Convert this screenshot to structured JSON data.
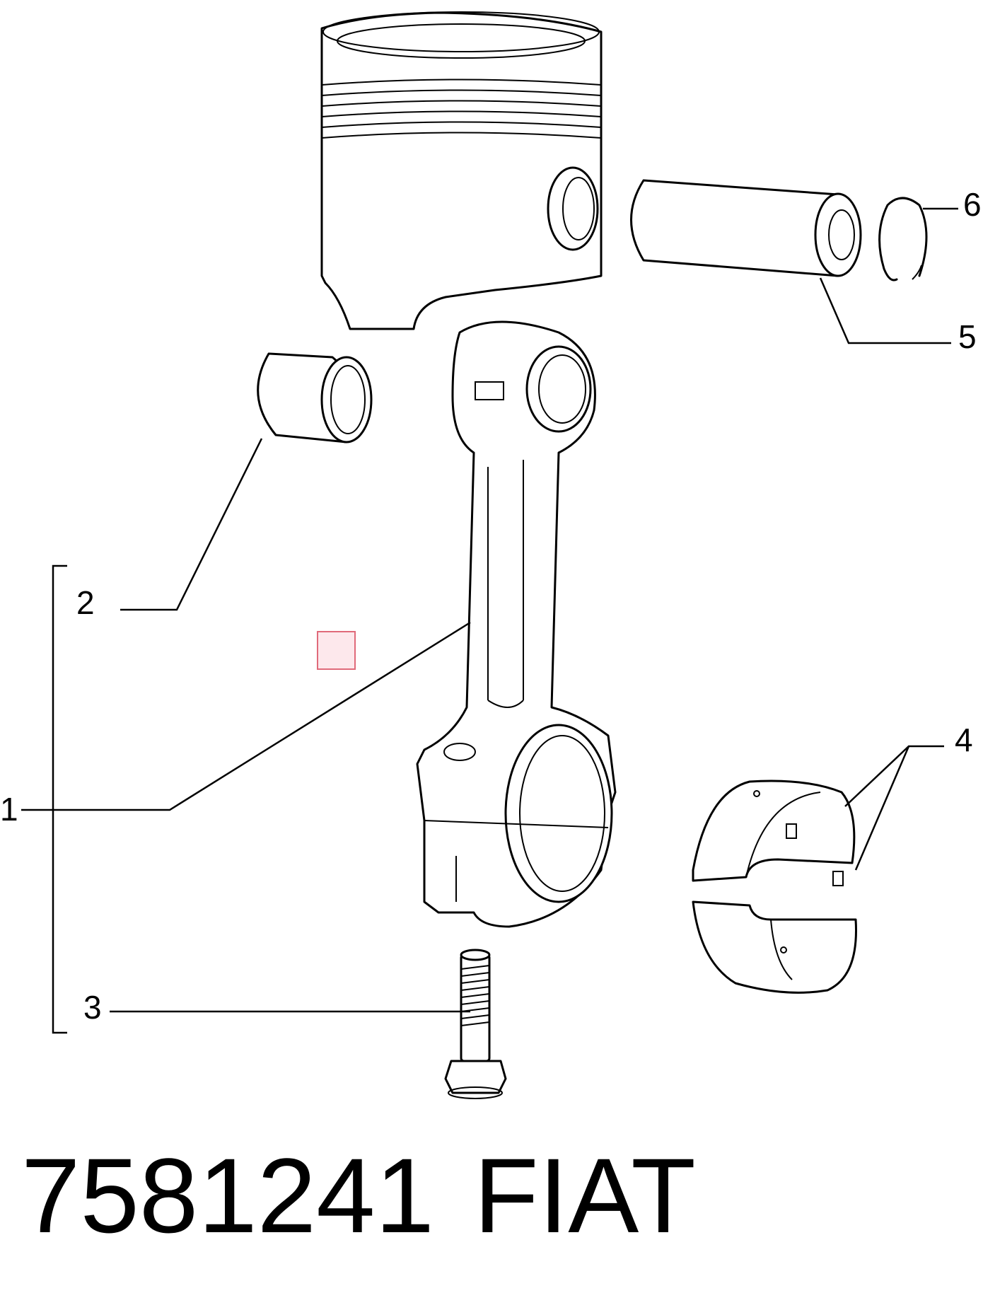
{
  "callouts": {
    "c1": "1",
    "c2": "2",
    "c3": "3",
    "c4": "4",
    "c5": "5",
    "c6": "6"
  },
  "parts": [
    {
      "name": "piston-icon"
    },
    {
      "name": "piston-pin-icon"
    },
    {
      "name": "circlip-icon"
    },
    {
      "name": "small-end-bushing-icon"
    },
    {
      "name": "connecting-rod-icon"
    },
    {
      "name": "big-end-bearing-shells-icon"
    },
    {
      "name": "rod-bolt-icon"
    }
  ],
  "footer": {
    "part_number": "7581241",
    "brand": "FIAT"
  },
  "colors": {
    "line": "#000000",
    "marker_fill": "#fde8ec",
    "marker_stroke": "#e06a7a"
  }
}
